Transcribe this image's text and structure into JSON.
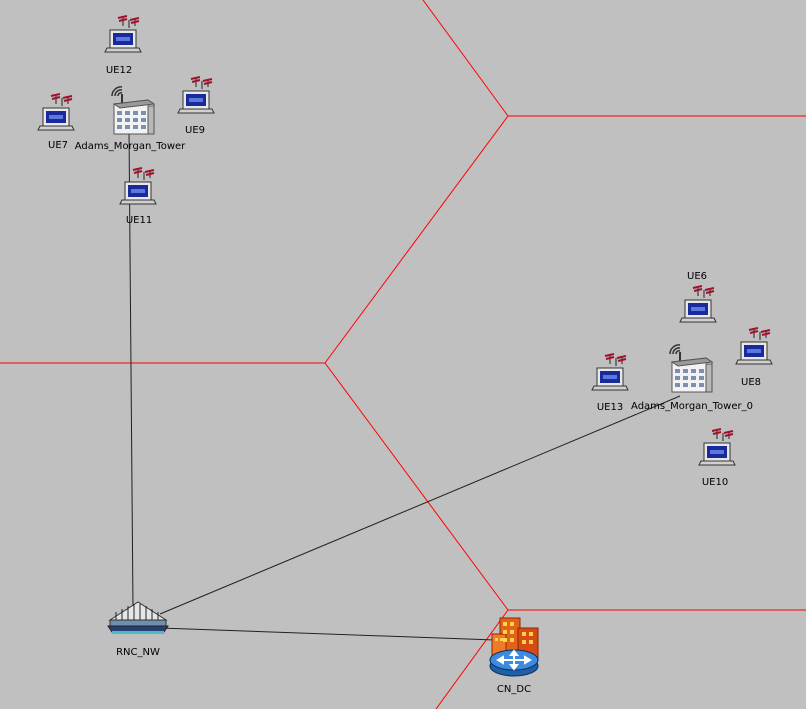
{
  "colors": {
    "background": "#c0c0c0",
    "cell_boundary": "#ff0000",
    "link": "#202020"
  },
  "nodes": {
    "ue12": {
      "label": "UE12",
      "icon": "laptop-antenna-icon"
    },
    "ue7": {
      "label": "UE7",
      "icon": "laptop-antenna-icon"
    },
    "ue9": {
      "label": "UE9",
      "icon": "laptop-antenna-icon"
    },
    "ue11": {
      "label": "UE11",
      "icon": "laptop-antenna-icon"
    },
    "tower": {
      "label": "Adams_Morgan_Tower",
      "icon": "tower-building-icon"
    },
    "ue6": {
      "label": "UE6",
      "icon": "laptop-antenna-icon"
    },
    "ue8": {
      "label": "UE8",
      "icon": "laptop-antenna-icon"
    },
    "ue13": {
      "label": "UE13",
      "icon": "laptop-antenna-icon"
    },
    "ue10": {
      "label": "UE10",
      "icon": "laptop-antenna-icon"
    },
    "tower0": {
      "label": "Adams_Morgan_Tower_0",
      "icon": "tower-building-icon"
    },
    "rnc": {
      "label": "RNC_NW",
      "icon": "rnc-switch-icon"
    },
    "cn": {
      "label": "CN_DC",
      "icon": "core-network-router-icon"
    }
  }
}
